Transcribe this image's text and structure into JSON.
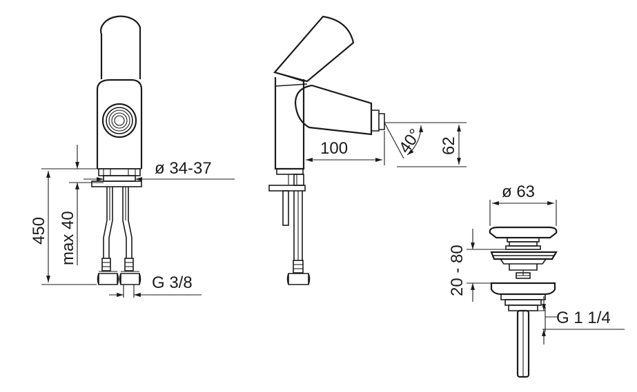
{
  "dimensions": {
    "supply_height": "450",
    "deck_thickness": "max 40",
    "hole_diameter": "ø 34-37",
    "hose_thread": "G 3/8",
    "spout_reach": "100",
    "spout_angle": "40°",
    "spout_height": "62",
    "waste_diameter": "ø 63",
    "waste_range": "20 - 80",
    "waste_thread": "G 1 1/4"
  }
}
